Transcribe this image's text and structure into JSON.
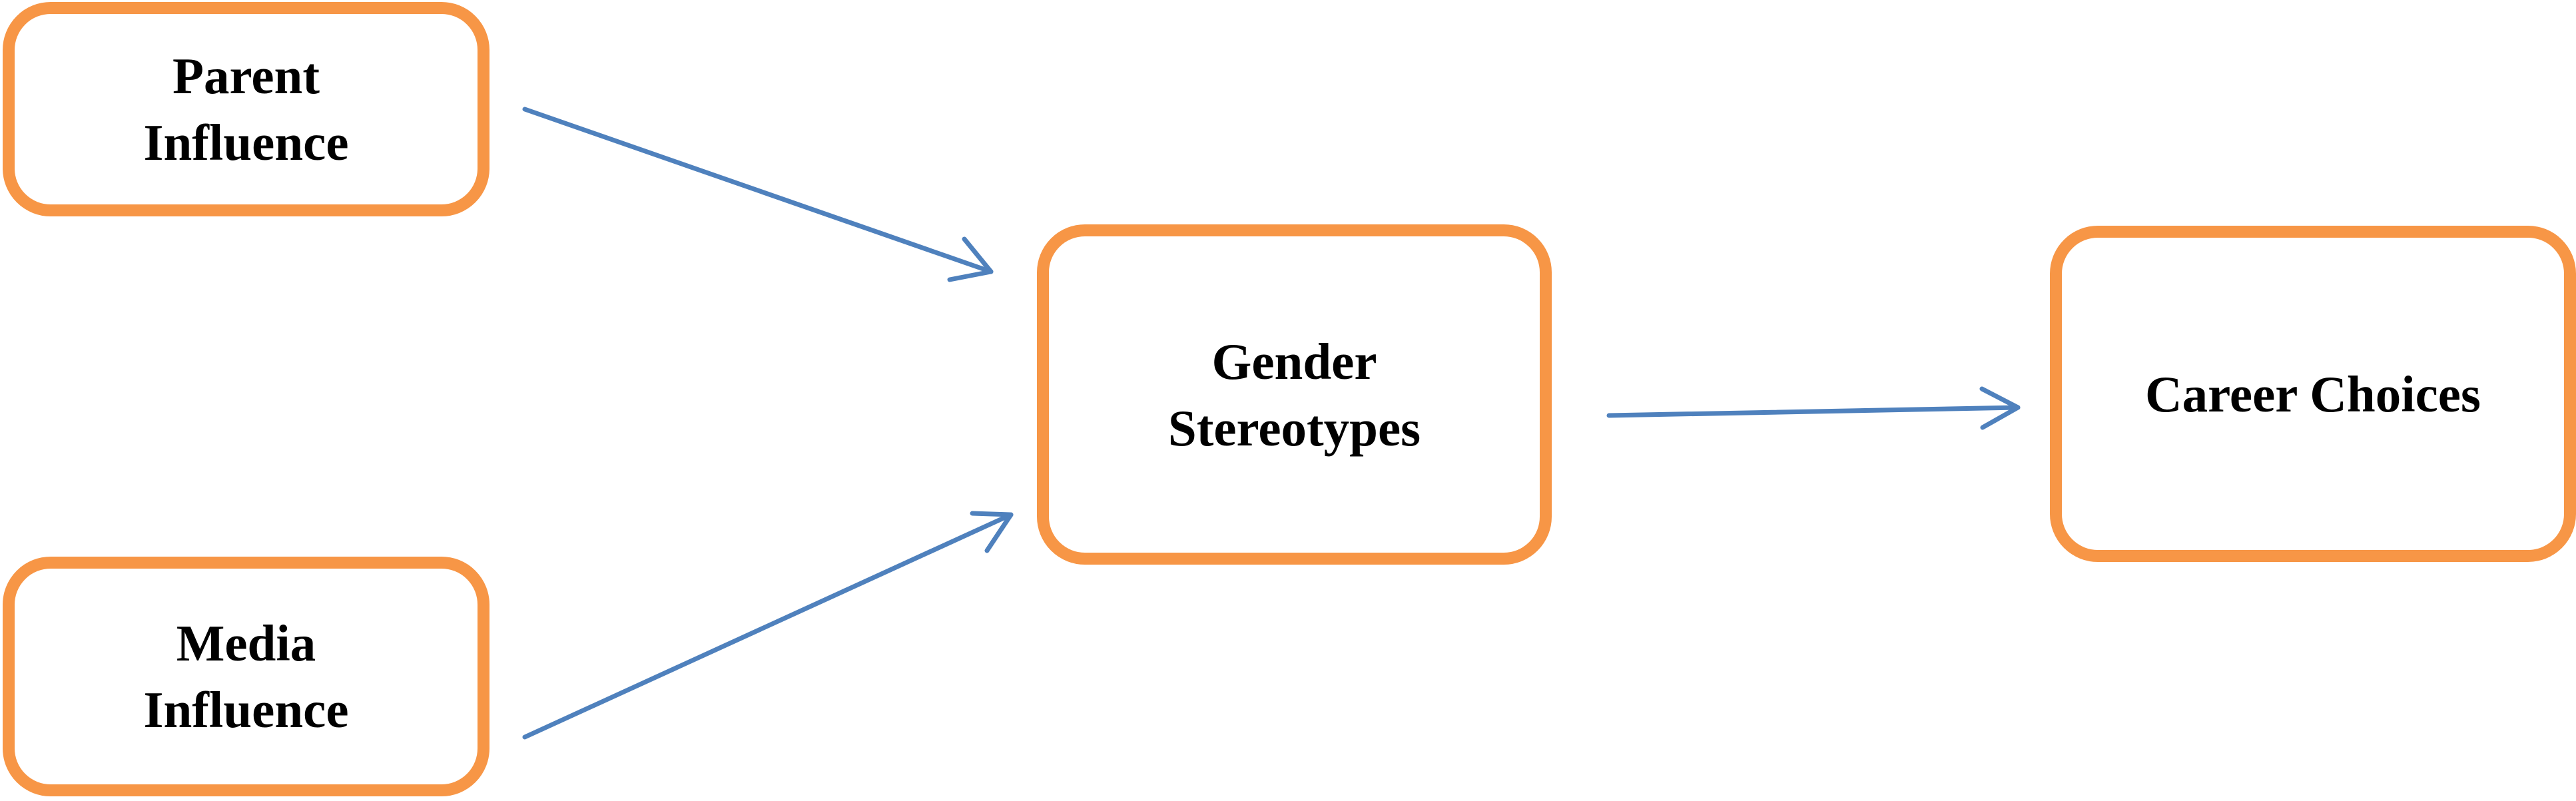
{
  "diagram": {
    "nodes": [
      {
        "id": "parent",
        "label": "Parent\nInfluence"
      },
      {
        "id": "media",
        "label": "Media\nInfluence"
      },
      {
        "id": "gender",
        "label": "Gender\nStereotypes"
      },
      {
        "id": "career",
        "label": "Career Choices"
      }
    ],
    "edges": [
      {
        "from": "parent",
        "to": "gender"
      },
      {
        "from": "media",
        "to": "gender"
      },
      {
        "from": "gender",
        "to": "career"
      }
    ],
    "colors": {
      "node_border": "#F79646",
      "arrow": "#4F81BD",
      "text": "#000000",
      "background": "#FFFFFF"
    }
  }
}
